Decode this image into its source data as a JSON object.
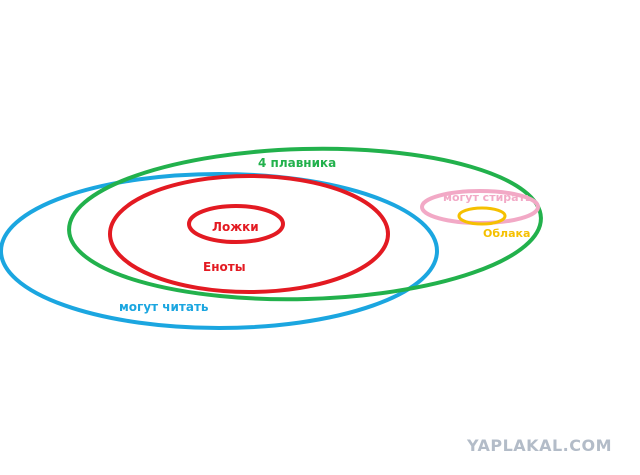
{
  "colors": {
    "green": "#22b14c",
    "blue": "#1ba6e0",
    "red": "#e31a22",
    "pink": "#f2a9c6",
    "yellow": "#f5c000",
    "watermark": "#b3bcc8"
  },
  "sets": {
    "four_fins": {
      "label": "4 плавника",
      "color_key": "green"
    },
    "can_read": {
      "label": "могут читать",
      "color_key": "blue"
    },
    "raccoons": {
      "label": "Еноты",
      "color_key": "red"
    },
    "spoons": {
      "label": "Ложки",
      "color_key": "red"
    },
    "can_wash": {
      "label": "могут стирать",
      "color_key": "pink"
    },
    "clouds": {
      "label": "Облака",
      "color_key": "yellow"
    }
  },
  "watermark": "YAPLAKAL.COM"
}
